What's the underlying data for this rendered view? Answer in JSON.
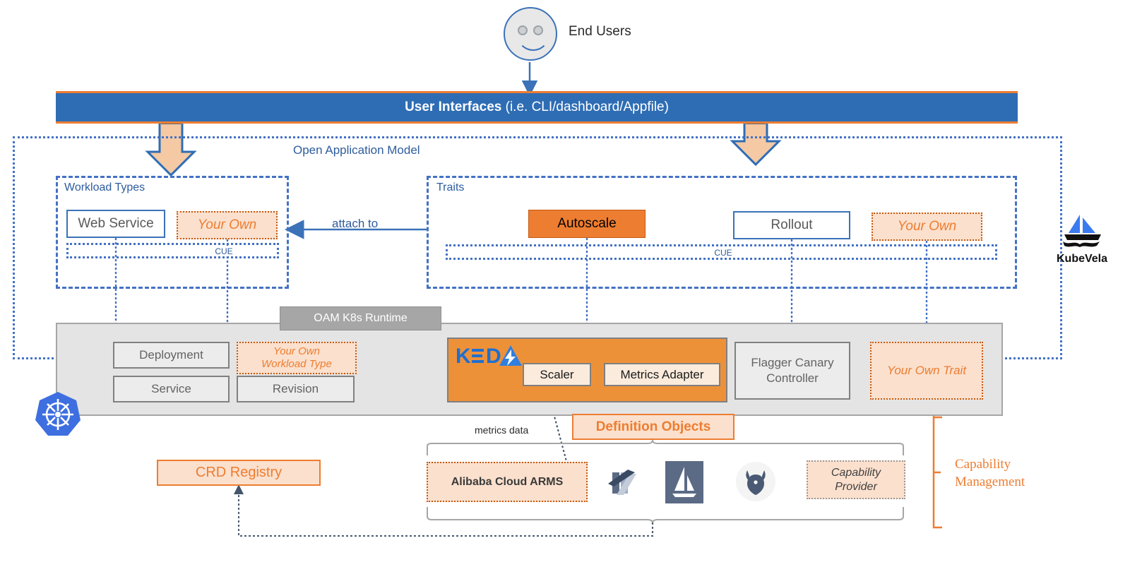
{
  "diagram": {
    "title": "KubeVela / OAM architecture",
    "end_users": {
      "label": "End Users",
      "icon": "smiley-face-icon"
    },
    "user_interfaces": {
      "strong": "User Interfaces",
      "rest": " (i.e. CLI/dashboard/Appfile)"
    },
    "oam": {
      "label": "Open Application Model",
      "workload_types": {
        "title": "Workload Types",
        "items": [
          {
            "label": "Web Service",
            "style": "solid-blue"
          },
          {
            "label": "Your Own",
            "style": "your-own"
          }
        ],
        "cue_label": "CUE"
      },
      "traits": {
        "title": "Traits",
        "items": [
          {
            "label": "Autoscale",
            "style": "orange"
          },
          {
            "label": "Rollout",
            "style": "solid-blue"
          },
          {
            "label": "Your Own",
            "style": "your-own"
          }
        ],
        "cue_label": "CUE"
      },
      "attach_to_label": "attach to"
    },
    "runtime": {
      "tag": "OAM K8s Runtime",
      "boxes": [
        {
          "label": "Deployment",
          "style": "gray"
        },
        {
          "label": "Service",
          "style": "gray"
        },
        {
          "label": "Revision",
          "style": "gray"
        },
        {
          "label": "Flagger Canary Controller",
          "style": "gray"
        },
        {
          "label": "Your Own Trait",
          "style": "your-own"
        }
      ],
      "own_workload_type": {
        "line1": "Your Own",
        "line2": "Workload Type"
      },
      "flagger": {
        "line1": "Flagger Canary",
        "line2": "Controller"
      },
      "keda": {
        "logo_text": "KEDA",
        "scaler": "Scaler",
        "metrics_adapter": "Metrics Adapter"
      }
    },
    "bottom": {
      "definition_objects": "Definition Objects",
      "metrics_data": "metrics data",
      "crd_registry": "CRD Registry",
      "providers": [
        {
          "label": "Alibaba Cloud ARMS",
          "kind": "box"
        },
        {
          "label": "kubewatch-logo",
          "kind": "icon"
        },
        {
          "label": "istio-logo",
          "kind": "icon"
        },
        {
          "label": "thanos-logo",
          "kind": "icon"
        },
        {
          "label": "Capability Provider",
          "kind": "box"
        }
      ],
      "capability_provider": {
        "line1": "Capability",
        "line2": "Provider"
      },
      "capability_management": {
        "line1": "Capability",
        "line2": "Management"
      }
    },
    "logos": {
      "kubevela": "KubeVela",
      "kubernetes": "kubernetes-icon"
    },
    "colors": {
      "blue_bar": "#2e6db4",
      "orange_accent": "#ed7d31",
      "peach_fill": "#fbe0cd",
      "dashed_blue": "#4472c4",
      "runtime_gray": "#e4e4e4",
      "keda_orange": "#ed9139"
    }
  }
}
